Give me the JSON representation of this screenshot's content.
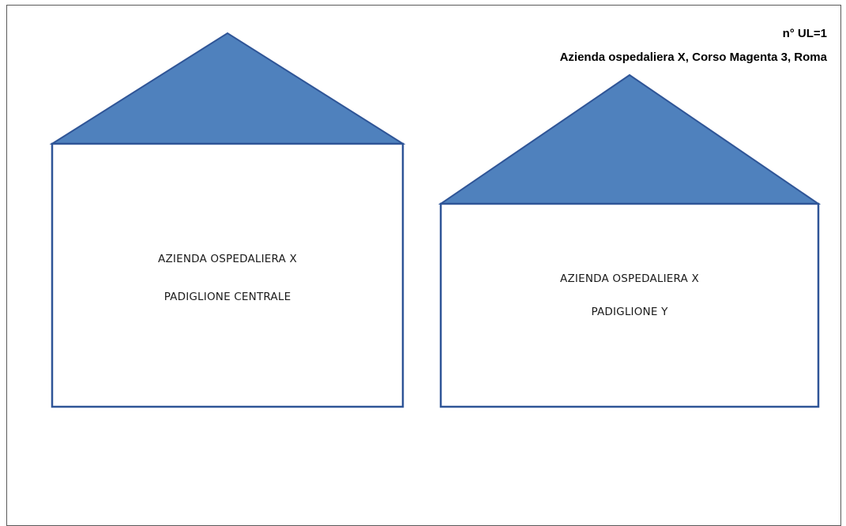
{
  "header": {
    "ul_count": "n° UL=1",
    "address": "Azienda ospedaliera  X, Corso Magenta 3, Roma"
  },
  "buildings": [
    {
      "line1": "AZIENDA OSPEDALIERA X",
      "line2": "PADIGLIONE CENTRALE"
    },
    {
      "line1": "AZIENDA OSPEDALIERA X",
      "line2": "PADIGLIONE Y"
    }
  ],
  "colors": {
    "roof_fill": "#4f81bd",
    "outline": "#2f5597",
    "frame": "#5a5a5a"
  }
}
